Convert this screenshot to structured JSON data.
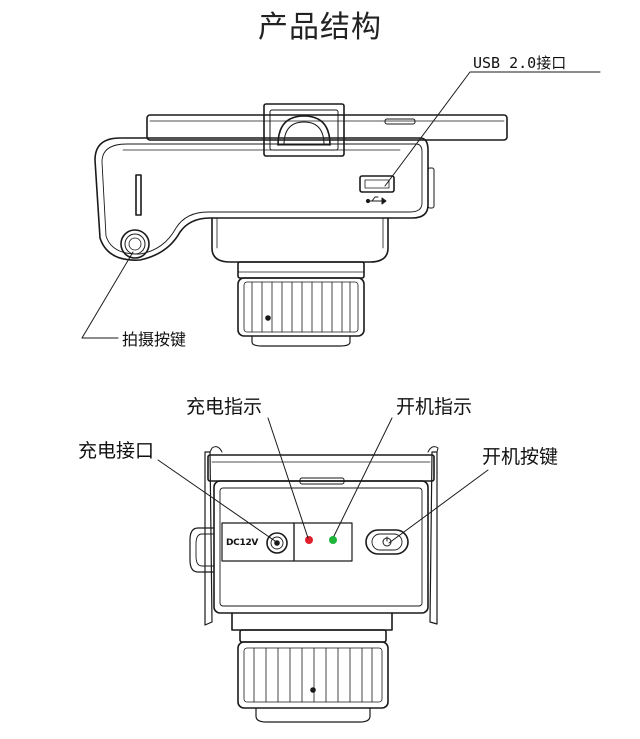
{
  "title": "产品结构",
  "labels": {
    "usb_port": "USB 2.0接口",
    "shutter_button": "拍摄按键",
    "charge_indicator": "充电指示",
    "power_indicator": "开机指示",
    "charge_port": "充电接口",
    "power_button": "开机按键",
    "dc_marking": "DC12V"
  },
  "colors": {
    "line": "#1a1a1a",
    "charge_led": "#e0202a",
    "power_led": "#1fb53a"
  }
}
